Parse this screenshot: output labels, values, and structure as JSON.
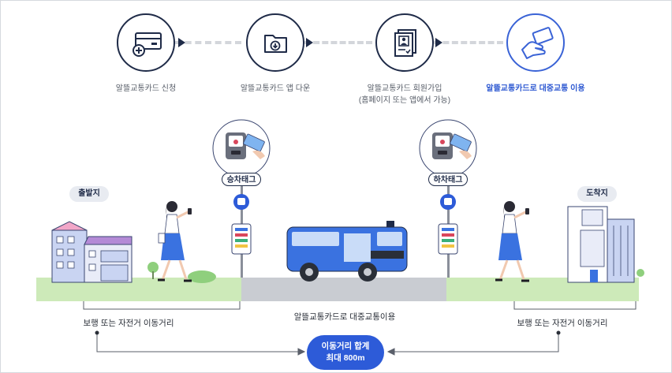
{
  "steps": [
    {
      "label": "알뜰교통카드 신청",
      "sublabel": "",
      "icon": "card-add-icon"
    },
    {
      "label": "알뜰교통카드 앱 다운",
      "sublabel": "",
      "icon": "folder-download-icon"
    },
    {
      "label": "알뜰교통카드 회원가입",
      "sublabel": "(홈페이지 또는 앱에서 가능)",
      "icon": "membership-document-icon"
    },
    {
      "label": "알뜰교통카드로 대중교통 이용",
      "sublabel": "",
      "icon": "hand-card-icon"
    }
  ],
  "scene": {
    "origin_label": "출발지",
    "destination_label": "도착지",
    "board_tag_label": "승차태그",
    "alight_tag_label": "하차태그",
    "walk_left_caption": "보행 또는 자전거 이동거리",
    "walk_right_caption": "보행 또는 자전거 이동거리",
    "transit_caption": "알뜰교통카드로 대중교통이용",
    "total_line1": "이동거리 합계",
    "total_line2": "최대 800m"
  },
  "colors": {
    "navy": "#1f2b48",
    "accent_blue": "#2d5bd8",
    "grass": "#cdeab9",
    "road": "#c9ccd2",
    "bus_blue": "#3a72e0"
  }
}
